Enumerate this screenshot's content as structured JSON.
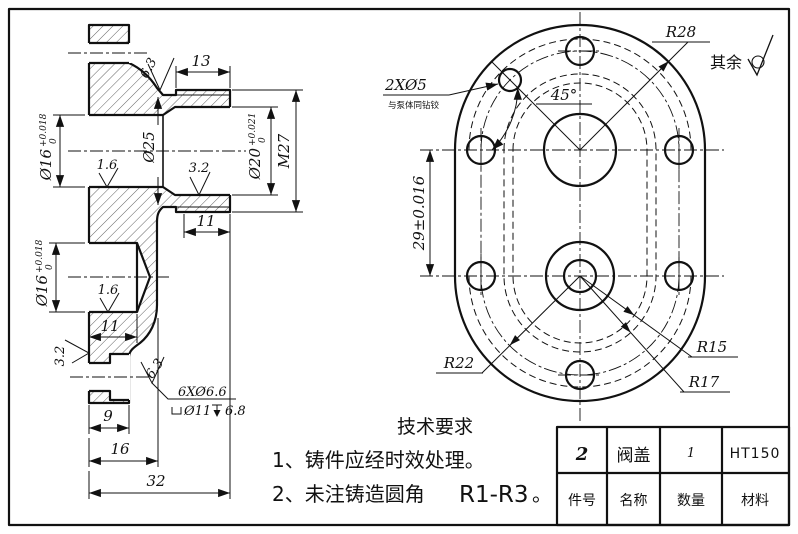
{
  "left_view": {
    "dim_13": "13",
    "dim_11": "11",
    "dim_9": "9",
    "dim_16": "16",
    "dim_32": "32",
    "dia_25": "Ø25",
    "dia_20": "Ø20",
    "dia_20_tol_up": "+0.021",
    "dia_20_tol_dn": "0",
    "thread": "M27",
    "dia_16": "Ø16",
    "dia_16_tol_up": "+0.018",
    "dia_16_tol_dn": "0",
    "rough_6_3": "6.3",
    "rough_3_2": "3.2",
    "rough_1_6": "1.6",
    "cbore_callout": "6XØ6.6",
    "cbore_dia": "Ø11",
    "cbore_depth": "6.8"
  },
  "right_view": {
    "pin_hole_callout": "2XØ5",
    "pin_hole_note": "与泵体同钻铰",
    "angle_45": "45°",
    "r28": "R28",
    "r22": "R22",
    "r17": "R17",
    "r15": "R15",
    "dim_29": "29±0.016",
    "rest_roughness_label": "其余"
  },
  "tech_req": {
    "title": "技术要求",
    "line1": "1、铸件应经时效处理。",
    "line2_prefix": "2、未注铸造圆角",
    "line2_radius": "R1-R3",
    "line2_suffix": "。"
  },
  "title_block": {
    "part_no": "2",
    "part_no_label": "件号",
    "name": "阀盖",
    "name_label": "名称",
    "qty": "1",
    "qty_label": "数量",
    "material": "HT150",
    "material_label": "材料"
  }
}
